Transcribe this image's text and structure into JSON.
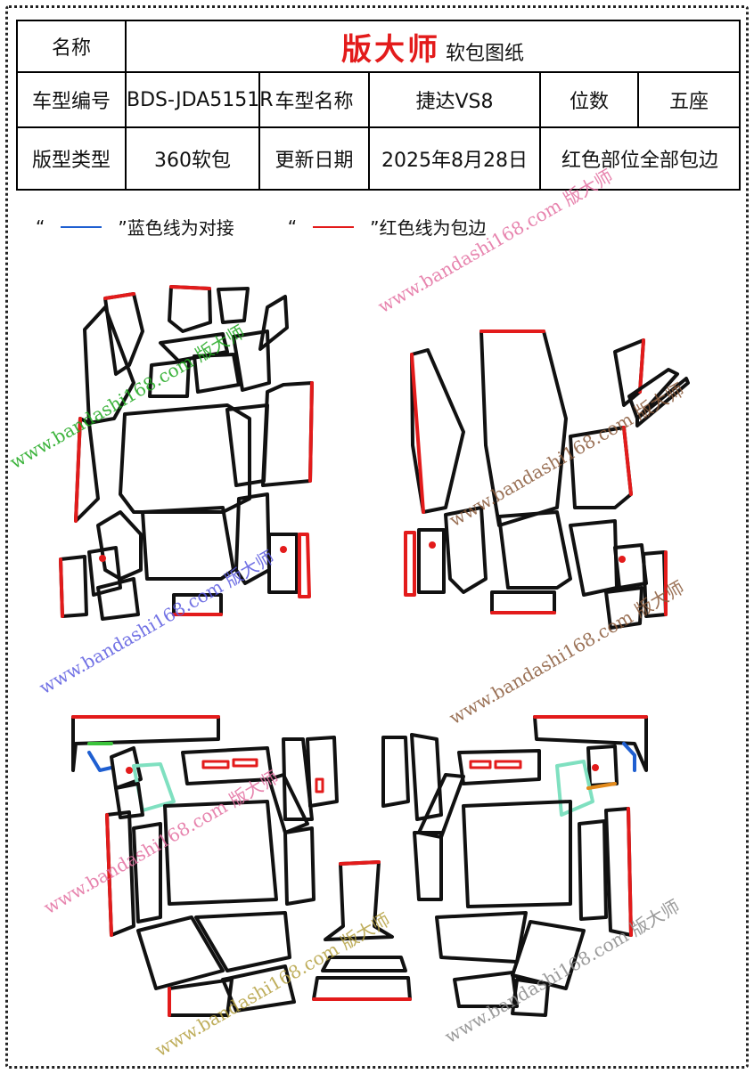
{
  "header": {
    "name_label": "名称",
    "brand": "版大师",
    "brand_sub": "软包图纸",
    "model_code_label": "车型编号",
    "model_code": "BDS-JDA5151R",
    "model_name_label": "车型名称",
    "model_name": "捷达VS8",
    "seats_label": "位数",
    "seats": "五座",
    "type_label": "版型类型",
    "type": "360软包",
    "update_label": "更新日期",
    "update_date": "2025年8月28日",
    "note": "红色部位全部包边"
  },
  "legend": {
    "blue_open": "“",
    "blue_close": "”蓝色线为对接",
    "red_open": "“",
    "red_close": "”红色线为包边"
  },
  "colors": {
    "blue": "#1f5fd1",
    "red": "#e31b1b",
    "outline": "#111111"
  },
  "watermark": "www.bandashi168.com 版大师"
}
